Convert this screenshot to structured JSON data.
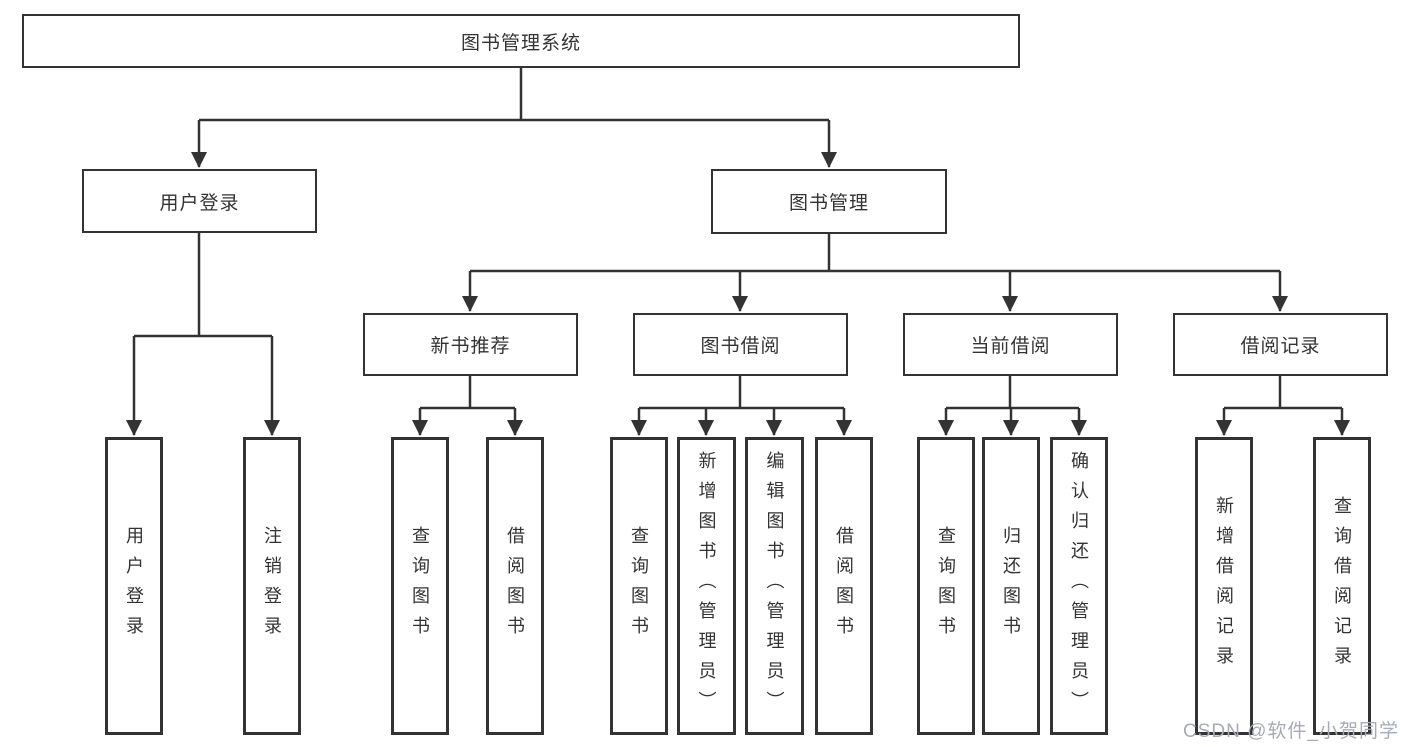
{
  "diagram": {
    "root": "图书管理系统",
    "branches": [
      {
        "label": "用户登录",
        "children": [
          "用户登录",
          "注销登录"
        ]
      },
      {
        "label": "图书管理",
        "sections": [
          {
            "label": "新书推荐",
            "children": [
              "查询图书",
              "借阅图书"
            ]
          },
          {
            "label": "图书借阅",
            "children": [
              "查询图书",
              "新增图书（管理员）",
              "编辑图书（管理员）",
              "借阅图书"
            ]
          },
          {
            "label": "当前借阅",
            "children": [
              "查询图书",
              "归还图书",
              "确认归还（管理员）"
            ]
          },
          {
            "label": "借阅记录",
            "children": [
              "新增借阅记录",
              "查询借阅记录"
            ]
          }
        ]
      }
    ]
  },
  "watermark": {
    "text": "CSDN @软件_小贺同学"
  },
  "colors": {
    "line": "#333333",
    "text": "#333333",
    "background": "#ffffff",
    "watermark": "#a6abb5"
  }
}
